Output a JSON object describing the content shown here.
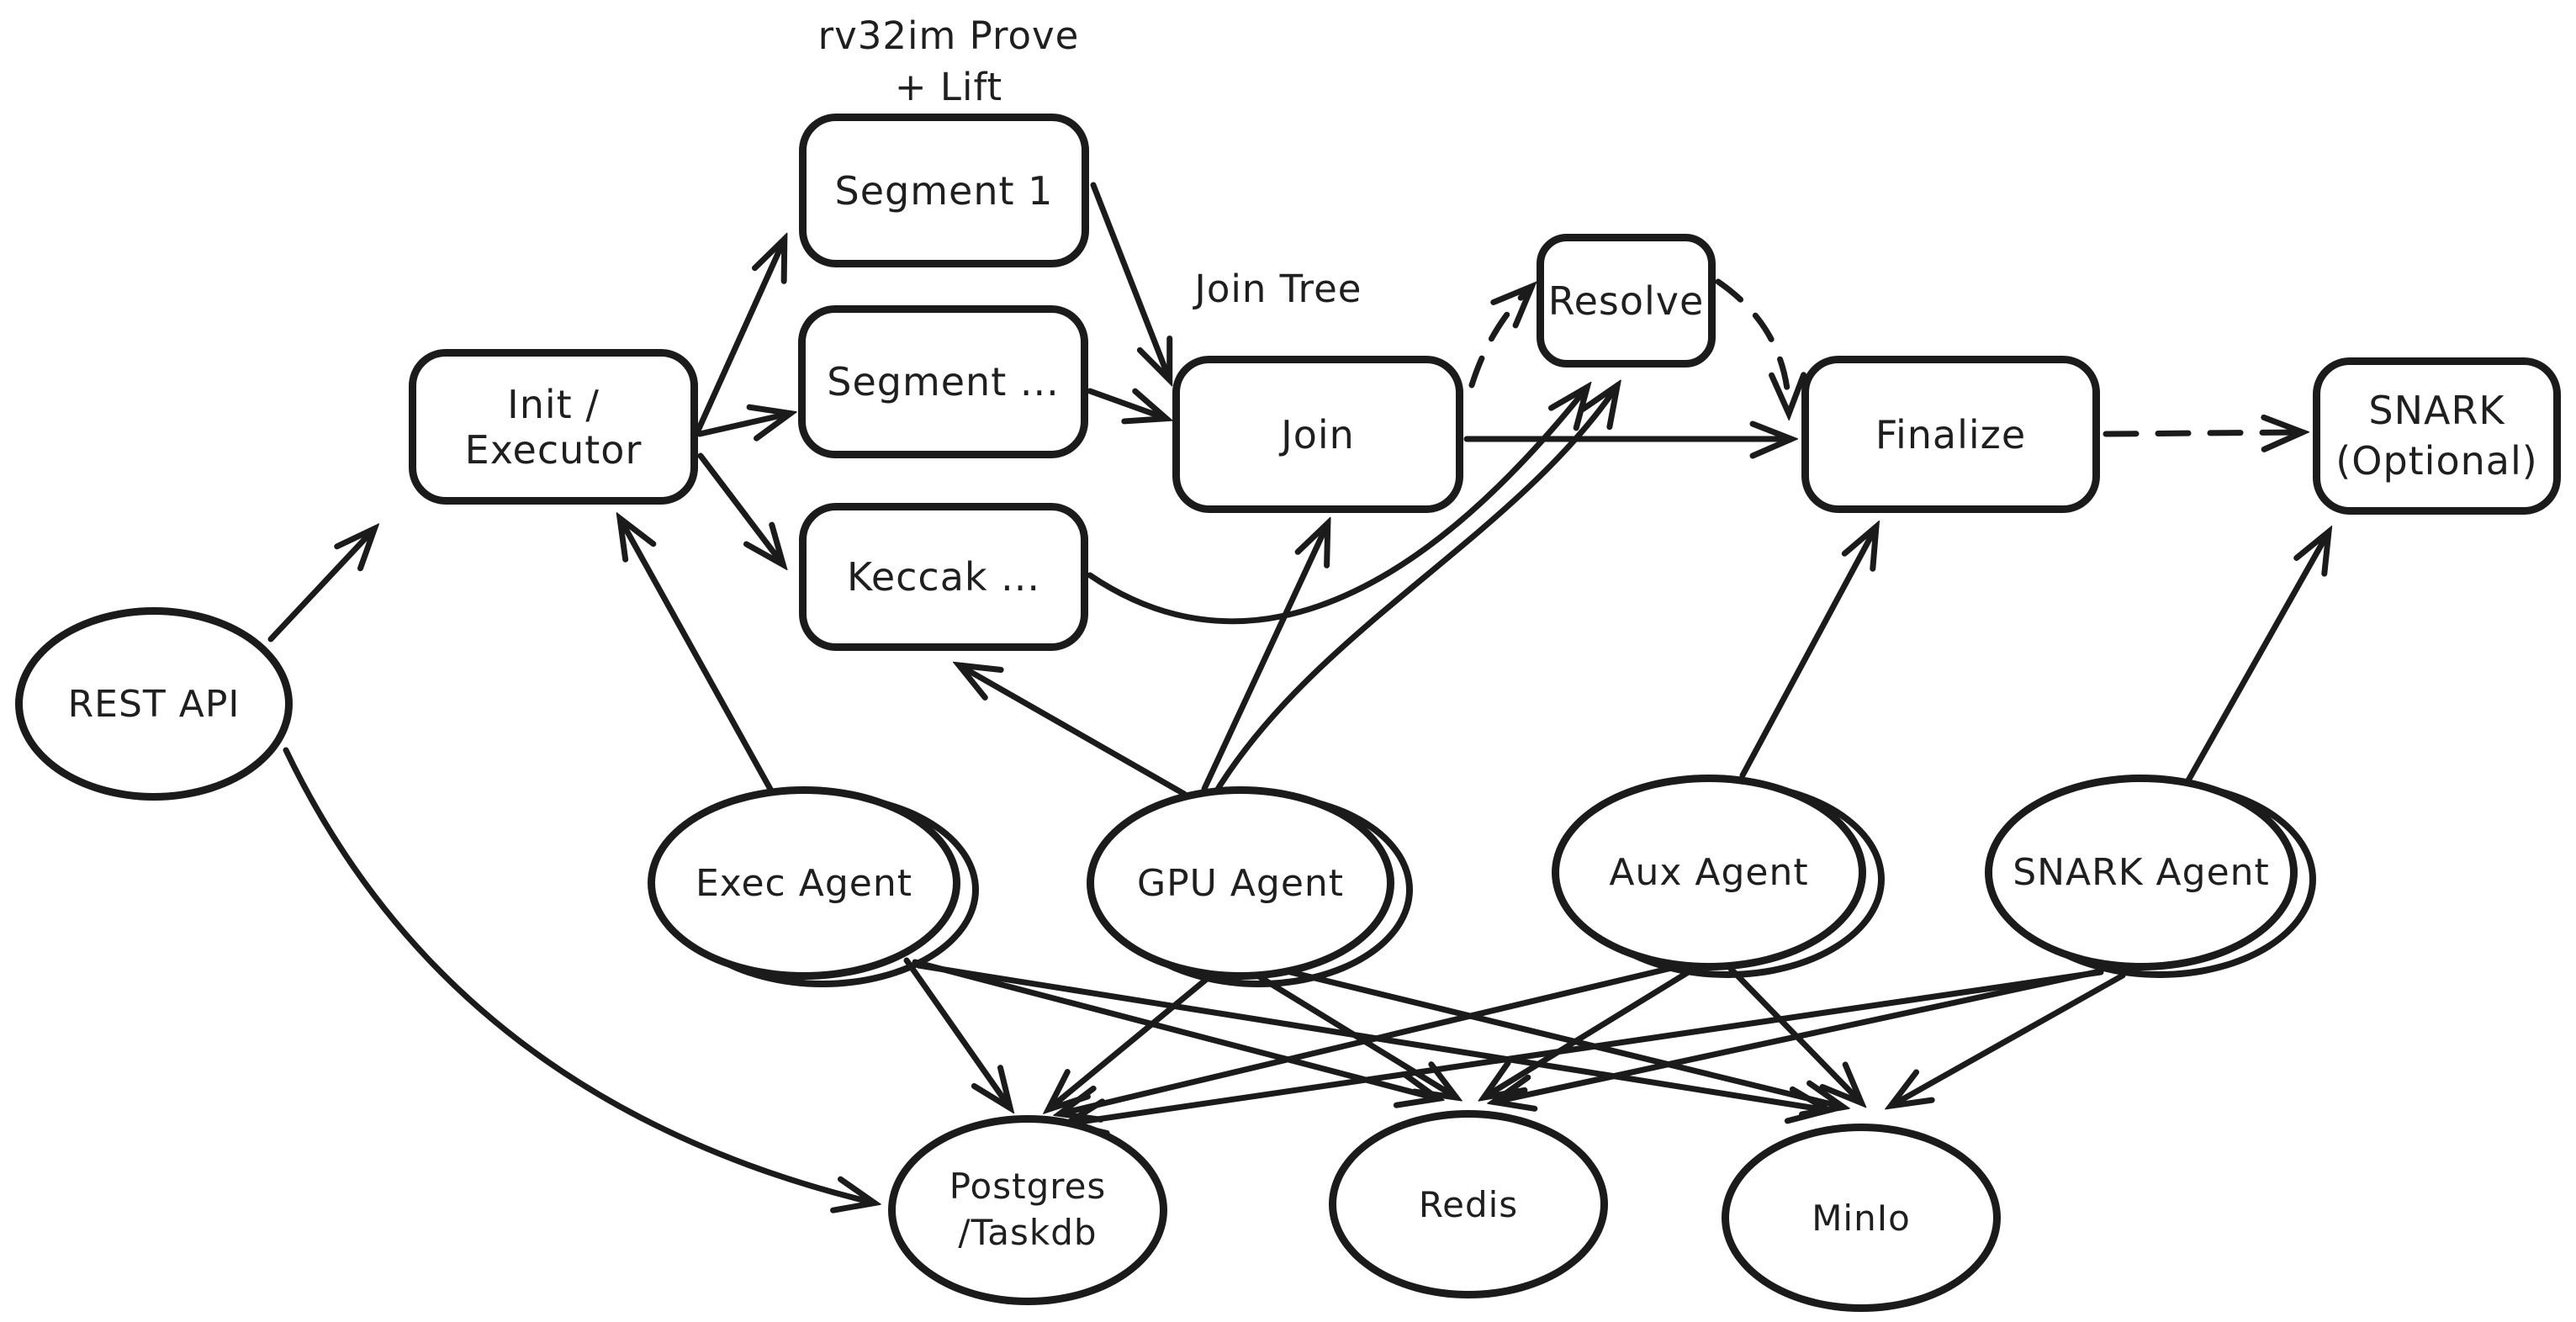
{
  "diagram": {
    "title_hint": "proving pipeline architecture sketch",
    "colors": {
      "ink": "#1b1b1b",
      "background": "#ffffff"
    },
    "annotations": {
      "rv32im_label_line1": "rv32im Prove",
      "rv32im_label_line2": "+ Lift",
      "join_tree_label": "Join Tree"
    },
    "nodes": {
      "init": {
        "label": "Init / Executor",
        "shape": "rounded-rect"
      },
      "segment1": {
        "label": "Segment 1",
        "shape": "rounded-rect"
      },
      "segment_more": {
        "label": "Segment ...",
        "shape": "rounded-rect"
      },
      "keccak": {
        "label": "Keccak ...",
        "shape": "rounded-rect"
      },
      "join": {
        "label": "Join",
        "shape": "rounded-rect"
      },
      "resolve": {
        "label": "Resolve",
        "shape": "rounded-rect"
      },
      "finalize": {
        "label": "Finalize",
        "shape": "rounded-rect"
      },
      "snark": {
        "label_line1": "SNARK",
        "label_line2": "(Optional)",
        "shape": "rounded-rect"
      },
      "rest_api": {
        "label": "REST API",
        "shape": "ellipse"
      },
      "exec_agent": {
        "label": "Exec Agent",
        "shape": "ellipse-double"
      },
      "gpu_agent": {
        "label": "GPU Agent",
        "shape": "ellipse-double"
      },
      "aux_agent": {
        "label": "Aux Agent",
        "shape": "ellipse-double"
      },
      "snark_agent": {
        "label": "SNARK Agent",
        "shape": "ellipse-double"
      },
      "postgres": {
        "label_line1": "Postgres",
        "label_line2": "/Taskdb",
        "shape": "ellipse"
      },
      "redis": {
        "label": "Redis",
        "shape": "ellipse"
      },
      "minio": {
        "label": "MinIo",
        "shape": "ellipse"
      }
    },
    "edges": [
      {
        "from": "rest_api",
        "to": "init",
        "style": "solid"
      },
      {
        "from": "rest_api",
        "to": "postgres",
        "style": "solid"
      },
      {
        "from": "exec_agent",
        "to": "init",
        "style": "solid"
      },
      {
        "from": "init",
        "to": "segment1",
        "style": "solid"
      },
      {
        "from": "init",
        "to": "segment_more",
        "style": "solid"
      },
      {
        "from": "init",
        "to": "keccak",
        "style": "solid"
      },
      {
        "from": "segment1",
        "to": "join",
        "style": "solid"
      },
      {
        "from": "segment_more",
        "to": "join",
        "style": "solid"
      },
      {
        "from": "keccak",
        "to": "resolve",
        "style": "solid"
      },
      {
        "from": "gpu_agent",
        "to": "resolve",
        "style": "solid"
      },
      {
        "from": "gpu_agent",
        "to": "join",
        "style": "solid"
      },
      {
        "from": "gpu_agent",
        "to": "keccak",
        "style": "solid"
      },
      {
        "from": "join",
        "to": "resolve",
        "style": "dashed"
      },
      {
        "from": "resolve",
        "to": "finalize",
        "style": "dashed"
      },
      {
        "from": "join",
        "to": "finalize",
        "style": "solid"
      },
      {
        "from": "finalize",
        "to": "snark",
        "style": "dashed"
      },
      {
        "from": "aux_agent",
        "to": "finalize",
        "style": "solid"
      },
      {
        "from": "snark_agent",
        "to": "snark",
        "style": "solid"
      },
      {
        "from": "exec_agent",
        "to": "postgres",
        "style": "solid"
      },
      {
        "from": "exec_agent",
        "to": "redis",
        "style": "solid"
      },
      {
        "from": "exec_agent",
        "to": "minio",
        "style": "solid"
      },
      {
        "from": "gpu_agent",
        "to": "postgres",
        "style": "solid"
      },
      {
        "from": "gpu_agent",
        "to": "redis",
        "style": "solid"
      },
      {
        "from": "gpu_agent",
        "to": "minio",
        "style": "solid"
      },
      {
        "from": "aux_agent",
        "to": "postgres",
        "style": "solid"
      },
      {
        "from": "aux_agent",
        "to": "redis",
        "style": "solid"
      },
      {
        "from": "aux_agent",
        "to": "minio",
        "style": "solid"
      },
      {
        "from": "snark_agent",
        "to": "postgres",
        "style": "solid"
      },
      {
        "from": "snark_agent",
        "to": "redis",
        "style": "solid"
      },
      {
        "from": "snark_agent",
        "to": "minio",
        "style": "solid"
      }
    ]
  }
}
